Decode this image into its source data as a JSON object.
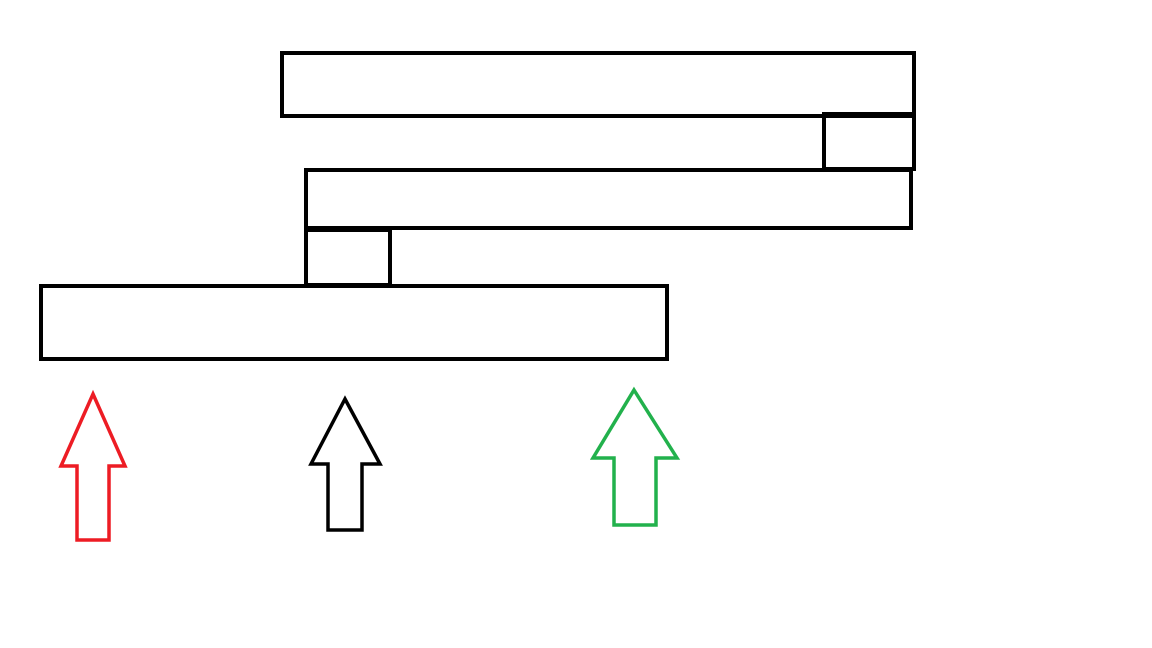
{
  "diagram": {
    "outline_color": "#000000",
    "background_color": "#ffffff",
    "arrows": [
      {
        "id": "red",
        "color": "#ed1c24"
      },
      {
        "id": "black",
        "color": "#000000"
      },
      {
        "id": "green",
        "color": "#22b14c"
      }
    ]
  }
}
